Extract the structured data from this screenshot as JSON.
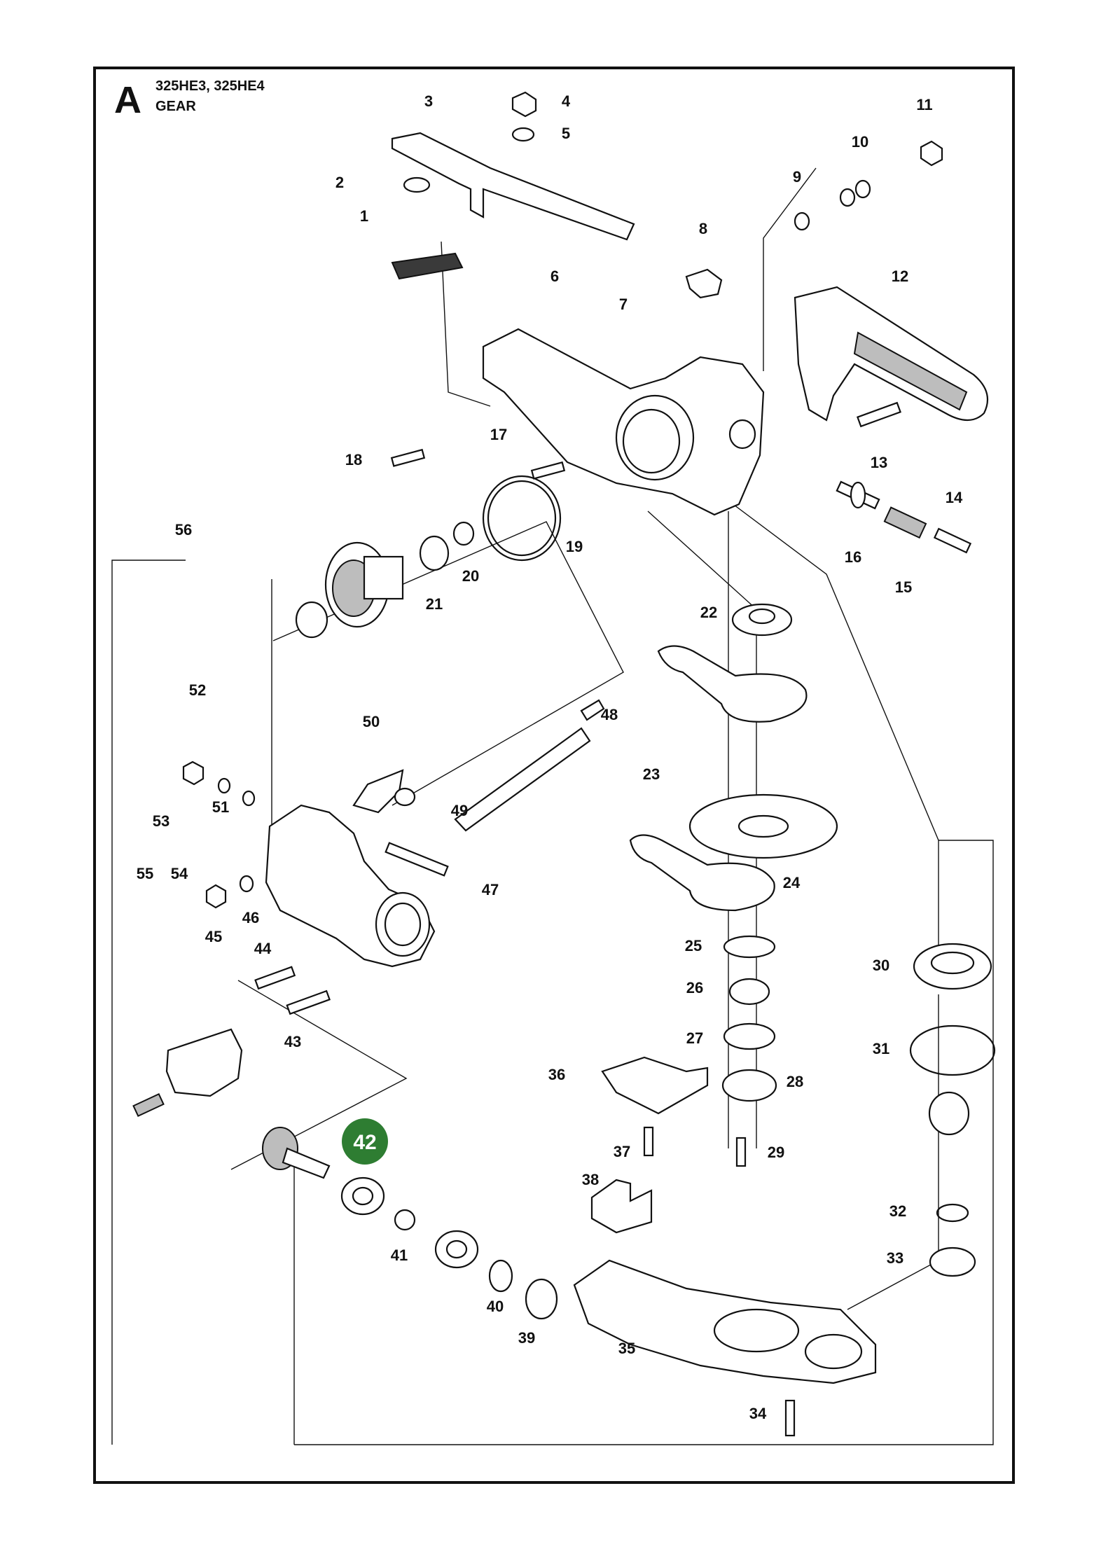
{
  "header": {
    "section_letter": "A",
    "models": "325HE3, 325HE4",
    "title": "GEAR"
  },
  "highlight": {
    "part_number": "42",
    "color": "#2e7d32"
  },
  "part_numbers": [
    "1",
    "2",
    "3",
    "4",
    "5",
    "6",
    "7",
    "8",
    "9",
    "10",
    "11",
    "12",
    "13",
    "14",
    "15",
    "16",
    "17",
    "18",
    "19",
    "20",
    "21",
    "22",
    "23",
    "24",
    "25",
    "26",
    "27",
    "28",
    "29",
    "30",
    "31",
    "32",
    "33",
    "34",
    "35",
    "36",
    "37",
    "38",
    "39",
    "40",
    "41",
    "43",
    "44",
    "45",
    "46",
    "47",
    "48",
    "49",
    "50",
    "51",
    "52",
    "53",
    "54",
    "55",
    "56"
  ]
}
